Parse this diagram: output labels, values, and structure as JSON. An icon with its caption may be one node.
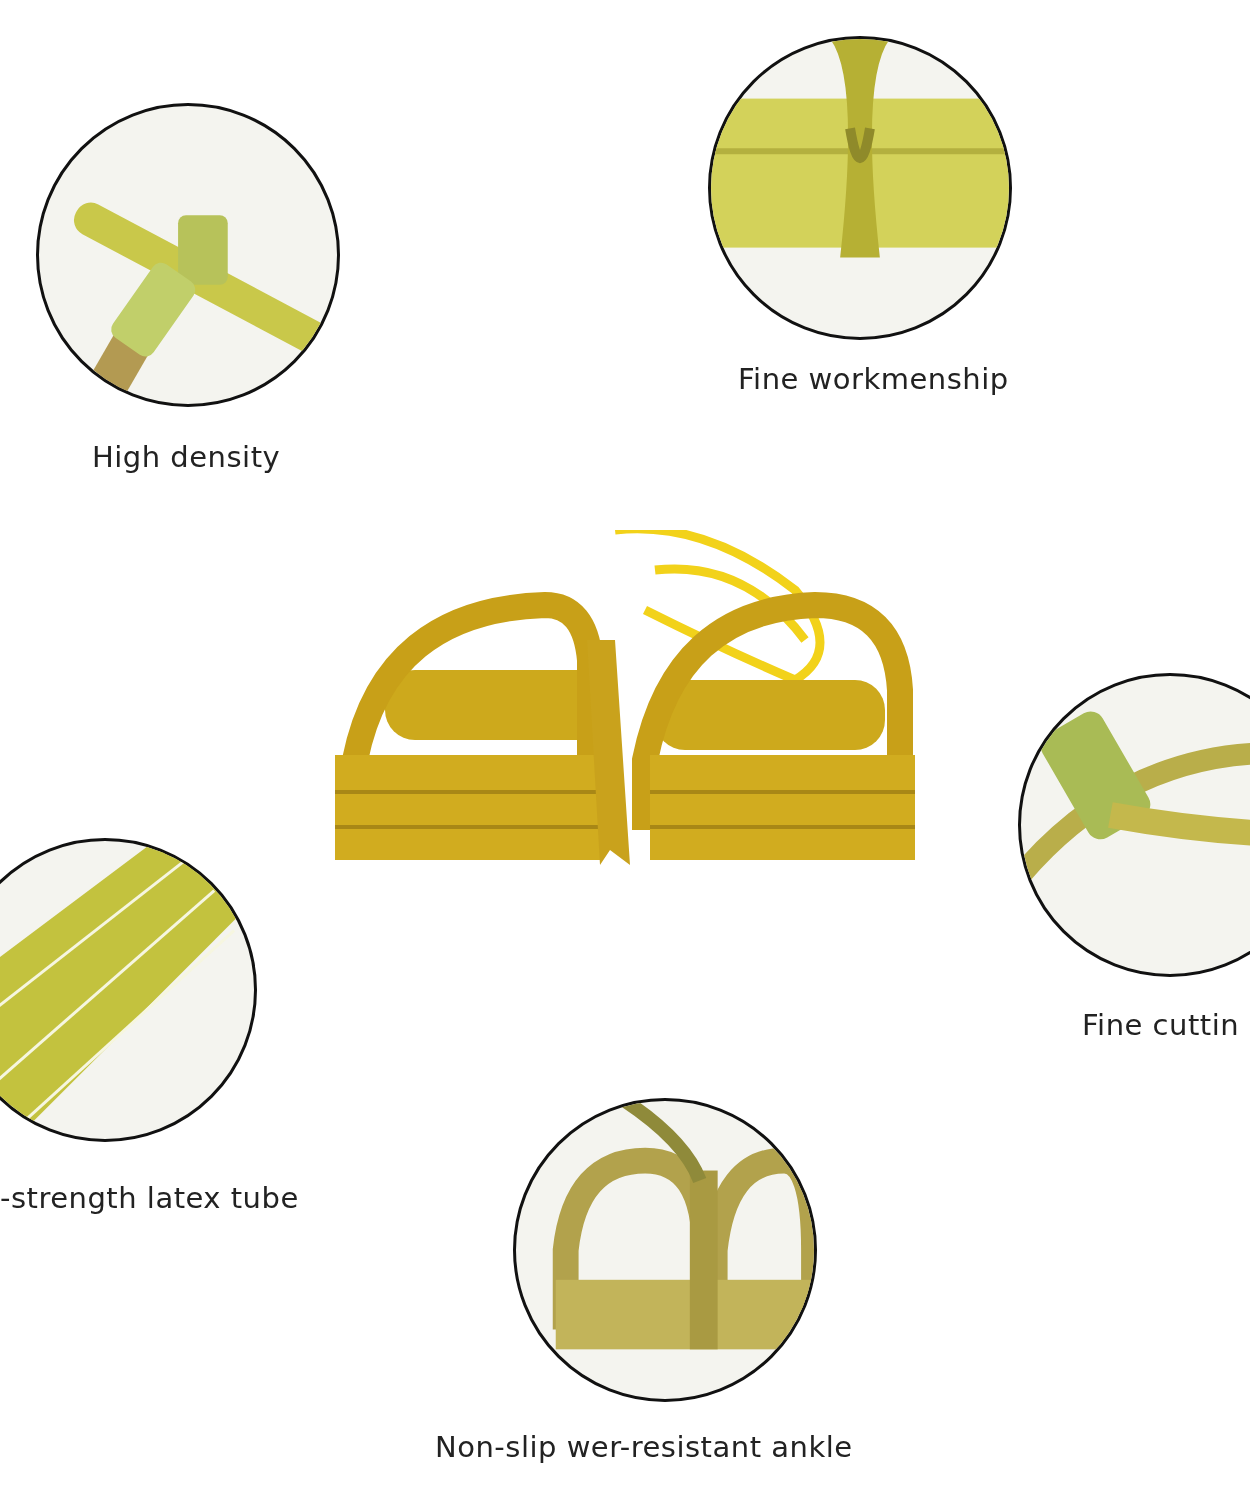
{
  "diagram": {
    "labels": [
      "Fine workmenship",
      "High density",
      "Fine cuttin",
      "-strength latex tube",
      "Non-slip wer-resistant ankle"
    ]
  }
}
